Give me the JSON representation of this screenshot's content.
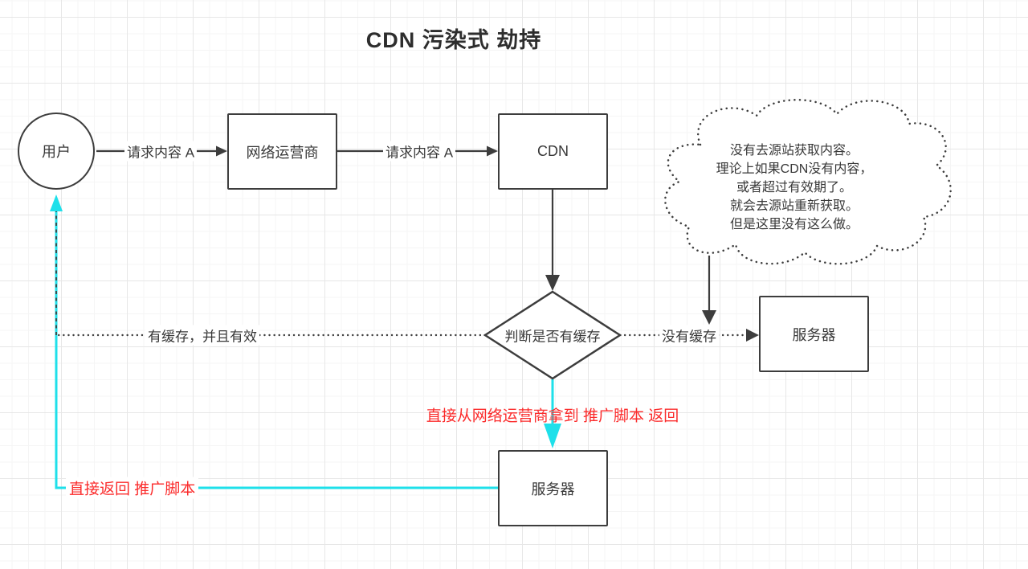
{
  "title": "CDN 污染式 劫持",
  "colors": {
    "stroke": "#3d3d3d",
    "accent_cyan": "#1ee0ea",
    "warning_red": "#fb2b2b"
  },
  "nodes": {
    "user": {
      "label": "用户"
    },
    "isp": {
      "label": "网络运营商"
    },
    "cdn": {
      "label": "CDN"
    },
    "decision": {
      "label": "判断是否有缓存"
    },
    "origin_server": {
      "label": "服务器"
    },
    "hijack_server": {
      "label": "服务器"
    }
  },
  "edges": {
    "user_to_isp": {
      "label": "请求内容 A"
    },
    "isp_to_cdn": {
      "label": "请求内容 A"
    },
    "has_cache": {
      "label": "有缓存，并且有效"
    },
    "no_cache": {
      "label": "没有缓存"
    },
    "hijack_return": {
      "label": "直接从网络运营商拿到 推广脚本 返回"
    },
    "direct_return": {
      "label": "直接返回 推广脚本"
    }
  },
  "note_cloud": {
    "text": "没有去源站获取内容。\n理论上如果CDN没有内容，\n或者超过有效期了。\n就会去源站重新获取。\n但是这里没有这么做。"
  }
}
